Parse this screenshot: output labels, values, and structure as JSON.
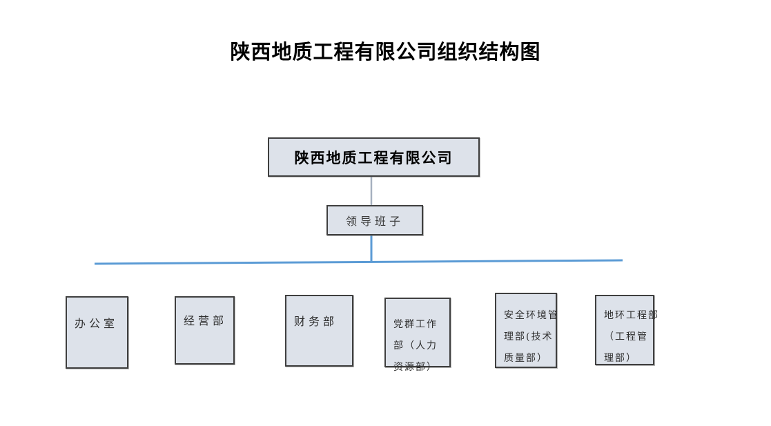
{
  "page": {
    "title": "陕西地质工程有限公司组织结构图"
  },
  "colors": {
    "node_fill": "#dde2ea",
    "node_border": "#3f3f3f",
    "connector_blue": "#5b9bd5",
    "connector_gray": "#a6b0bf",
    "title_text": "#000000",
    "node_text": "#2f2f2f"
  },
  "org_chart": {
    "root": {
      "label": "陕西地质工程有限公司"
    },
    "leadership": {
      "label": "领导班子"
    },
    "departments": [
      {
        "lines": [
          "办公室"
        ]
      },
      {
        "lines": [
          "经营部"
        ]
      },
      {
        "lines": [
          "财务部"
        ]
      },
      {
        "lines": [
          "党群工作",
          "部（人力",
          "资源部）"
        ]
      },
      {
        "lines": [
          "安全环境管",
          "理部(技术",
          "质量部）"
        ]
      },
      {
        "lines": [
          "地环工程部",
          "（工程管",
          "理部）"
        ]
      }
    ]
  }
}
